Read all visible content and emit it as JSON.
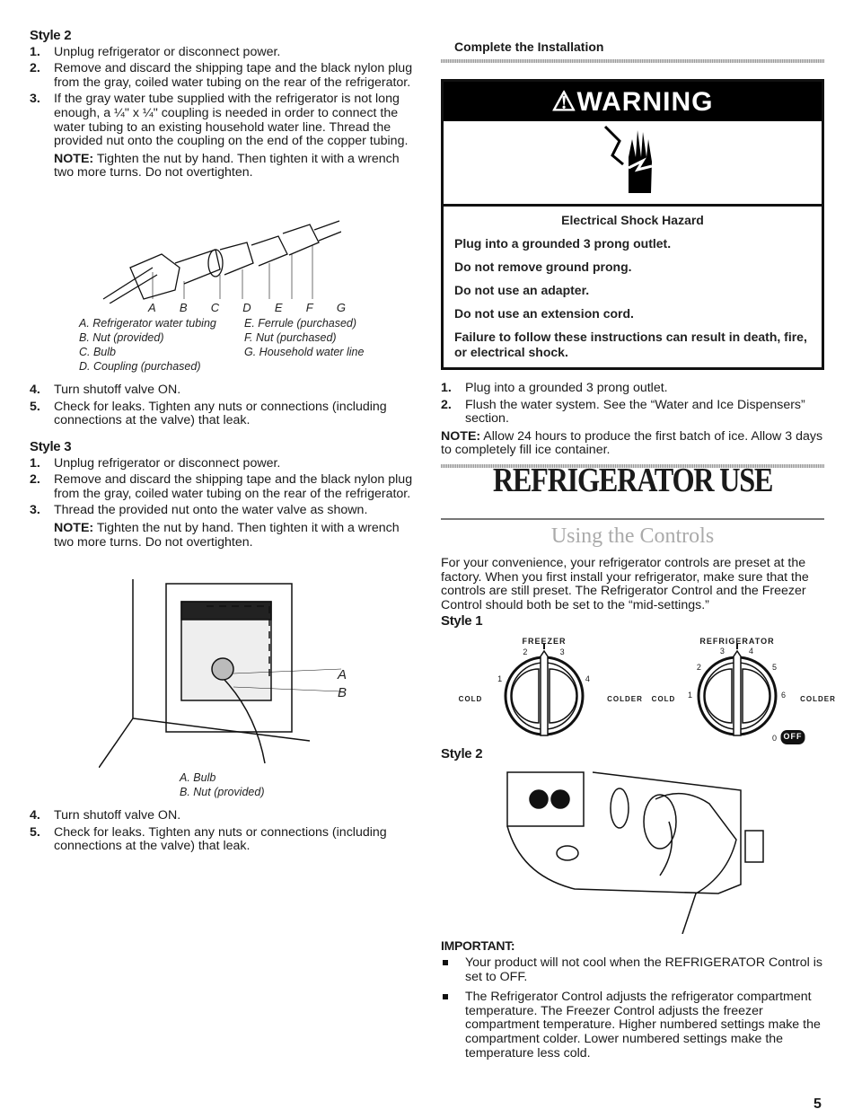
{
  "left": {
    "style2": {
      "heading": "Style 2",
      "steps": [
        {
          "n": "1.",
          "text": "Unplug refrigerator or disconnect power."
        },
        {
          "n": "2.",
          "text": "Remove and discard the shipping tape and the black nylon plug from the gray, coiled water tubing on the rear of the refrigerator."
        },
        {
          "n": "3.",
          "text": "If the gray water tube supplied with the refrigerator is not long enough, a ¼\" x ¼\" coupling is needed in order to connect the water tubing to an existing household water line. Thread the provided nut onto the coupling on the end of the copper tubing."
        }
      ],
      "note_label": "NOTE:",
      "note_text": " Tighten the nut by hand. Then tighten it with a wrench two more turns. Do not overtighten.",
      "figure_letters": [
        "A",
        "B",
        "C",
        "D",
        "E",
        "F",
        "G"
      ],
      "captions_left": [
        "A. Refrigerator water tubing",
        "B. Nut (provided)",
        "C. Bulb",
        "D. Coupling (purchased)"
      ],
      "captions_right": [
        "E. Ferrule (purchased)",
        "F. Nut (purchased)",
        "G. Household water line"
      ],
      "steps_after": [
        {
          "n": "4.",
          "text": "Turn shutoff valve ON."
        },
        {
          "n": "5.",
          "text": "Check for leaks. Tighten any nuts or connections (including connections at the valve) that leak."
        }
      ]
    },
    "style3": {
      "heading": "Style 3",
      "steps": [
        {
          "n": "1.",
          "text": "Unplug refrigerator or disconnect power."
        },
        {
          "n": "2.",
          "text": "Remove and discard the shipping tape and the black nylon plug from the gray, coiled water tubing on the rear of the refrigerator."
        },
        {
          "n": "3.",
          "text": "Thread the provided nut onto the water valve as shown."
        }
      ],
      "note_label": "NOTE:",
      "note_text": " Tighten the nut by hand. Then tighten it with a wrench two more turns. Do not overtighten.",
      "figure_letters": [
        "A",
        "B"
      ],
      "captions": [
        "A. Bulb",
        "B. Nut (provided)"
      ],
      "steps_after": [
        {
          "n": "4.",
          "text": "Turn shutoff valve ON."
        },
        {
          "n": "5.",
          "text": "Check for leaks. Tighten any nuts or connections (including connections at the valve) that leak."
        }
      ]
    }
  },
  "right": {
    "section": "Complete the Installation",
    "warning": {
      "title": "WARNING",
      "hazard": "Electrical Shock Hazard",
      "lines": [
        "Plug into a grounded 3 prong outlet.",
        "Do not remove ground prong.",
        "Do not use an adapter.",
        "Do not use an extension cord.",
        "Failure to follow these instructions can result in death, fire, or electrical shock."
      ]
    },
    "steps": [
      {
        "n": "1.",
        "text": "Plug into a grounded 3 prong outlet."
      },
      {
        "n": "2.",
        "text": "Flush the water system. See the “Water and Ice Dispensers” section."
      }
    ],
    "note_label": "NOTE:",
    "note_text": " Allow 24 hours to produce the first batch of ice. Allow 3 days to completely fill ice container.",
    "title": "REFRIGERATOR USE",
    "subtitle": "Using the Controls",
    "intro": "For your convenience, your refrigerator controls are preset at the factory. When you first install your refrigerator, make sure that the controls are still preset. The Refrigerator Control and the Freezer Control should both be set to the “mid-settings.”",
    "style1": "Style 1",
    "freezer_dial": {
      "label": "FREEZER",
      "cold": "COLD",
      "colder": "COLDER",
      "numbers": [
        "1",
        "2",
        "3",
        "4"
      ]
    },
    "fridge_dial": {
      "label": "REFRIGERATOR",
      "cold": "COLD",
      "colder": "COLDER",
      "numbers": [
        "1",
        "2",
        "3",
        "4",
        "5",
        "6"
      ],
      "zero": "0",
      "off": "OFF"
    },
    "style2": "Style 2",
    "important": "IMPORTANT:",
    "bullets": [
      "Your product will not cool when the REFRIGERATOR Control is set to OFF.",
      "The Refrigerator Control adjusts the refrigerator compartment temperature. The Freezer Control adjusts the freezer compartment temperature. Higher numbered settings make the compartment colder. Lower numbered settings make the temperature less cold."
    ]
  },
  "page_number": "5"
}
